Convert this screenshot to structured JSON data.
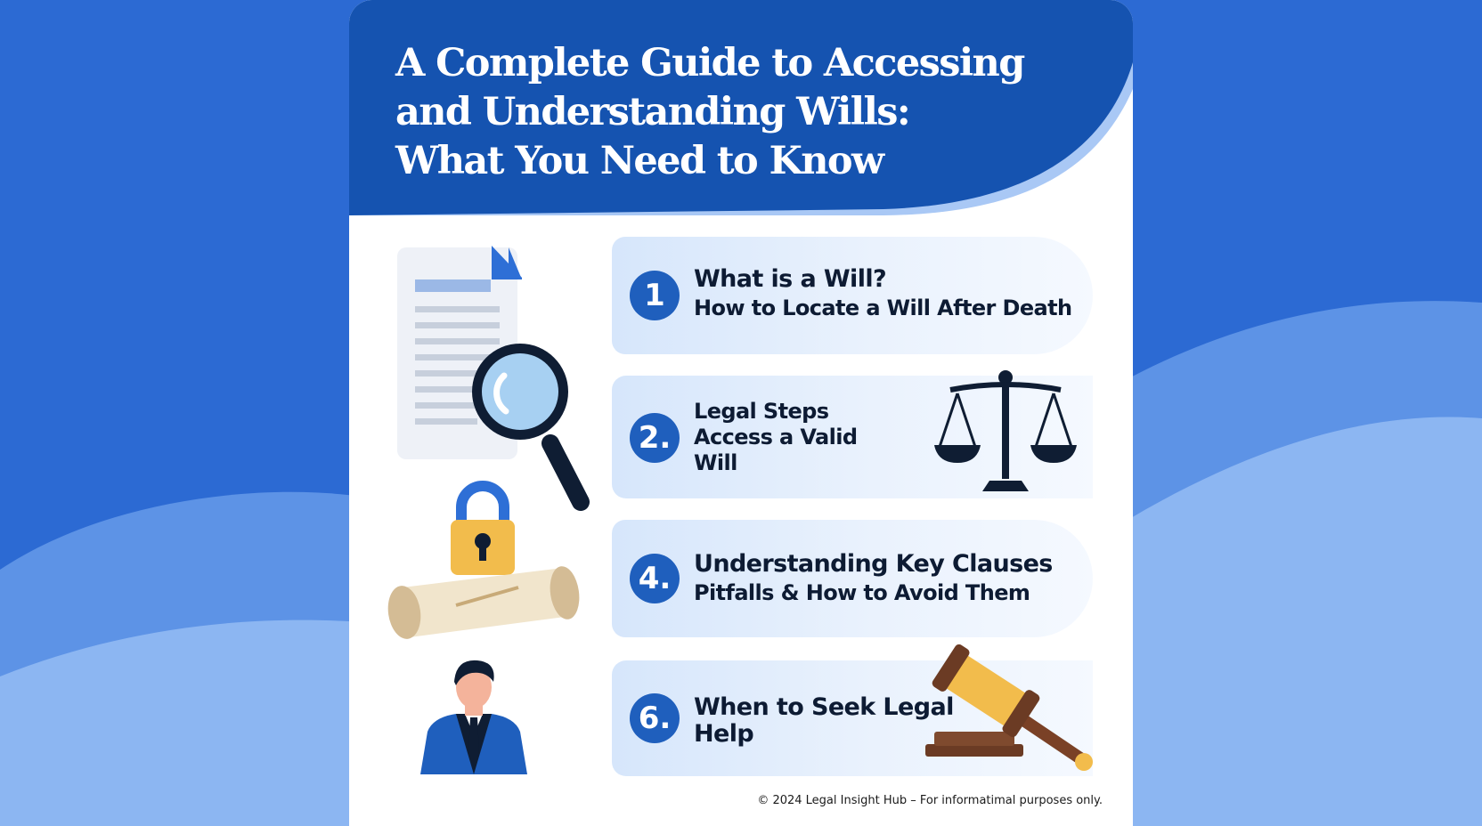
{
  "title": {
    "line1": "A Complete Guide to Accessing",
    "line2": "and Understanding Wills:",
    "line3": "What You Need to Know"
  },
  "items": [
    {
      "number": "1",
      "heading": "What is a Will?",
      "subheading": "How to Locate a Will After Death",
      "icon": ""
    },
    {
      "number": "2.",
      "lines": [
        "Legal Steps",
        "Access a Valid",
        "Will"
      ],
      "icon": "scales-icon"
    },
    {
      "number": "4.",
      "heading": "Understanding Key Clauses",
      "subheading": "Pitfalls & How to Avoid Them",
      "icon": ""
    },
    {
      "number": "6.",
      "lines": [
        "When to Seek Legal",
        "Help"
      ],
      "icon": "gavel-icon"
    }
  ],
  "illustrations": [
    "document-icon",
    "magnifier-icon",
    "padlock-icon",
    "scroll-icon",
    "lawyer-icon"
  ],
  "footer": "© 2024 Legal Insight Hub – For informatimal purposes only.",
  "colors": {
    "background": "#2f6fd6",
    "header": "#1553b0",
    "accent": "#1f5fbd",
    "text": "#0d1b33"
  }
}
